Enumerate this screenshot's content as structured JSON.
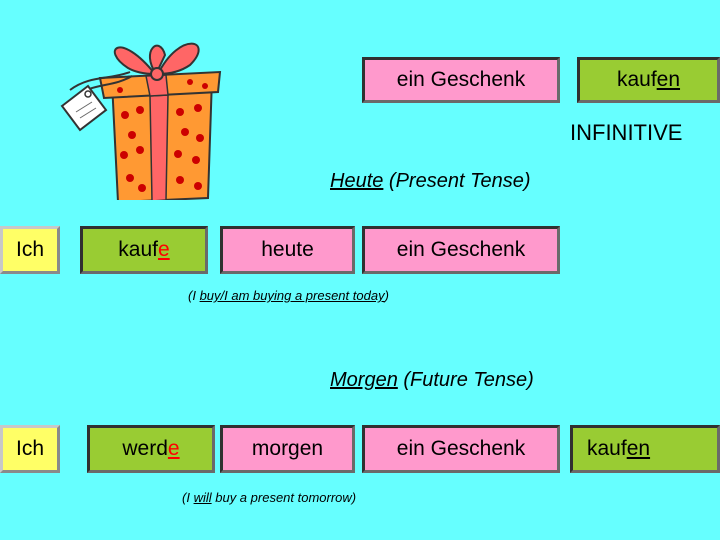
{
  "top": {
    "noun_phrase": "ein Geschenk",
    "verb_stem": "kauf",
    "verb_ending": "en",
    "infinitive_label": "INFINITIVE"
  },
  "present": {
    "heading_word": "Heute",
    "heading_rest": " (Present Tense)",
    "subject": "Ich",
    "verb_stem": "kauf",
    "verb_ending": "e",
    "time": "heute",
    "object": "ein Geschenk",
    "translation_open": "(I ",
    "translation_underlined": "buy/I am buying a present today",
    "translation_close": ")"
  },
  "future": {
    "heading_word": "Morgen",
    "heading_rest": " (Future Tense)",
    "subject": "Ich",
    "aux_stem": "werd",
    "aux_ending": "e",
    "time": "morgen",
    "object": "ein Geschenk",
    "verb_stem": "kauf",
    "verb_ending": "en",
    "translation_open": "(I ",
    "translation_underlined": "will",
    "translation_rest": " buy a present  tomorrow)"
  },
  "colors": {
    "background": "#66FFFF",
    "noun_box": "#FF99CC",
    "verb_box": "#99CC33",
    "subject_box": "#FFFF66",
    "ending": "#FF0000"
  },
  "icons": {
    "gift": "gift-box-icon"
  }
}
